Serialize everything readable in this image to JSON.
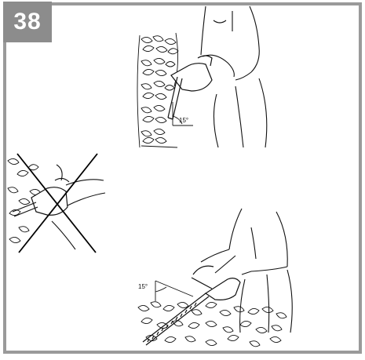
{
  "figure": {
    "number": "38",
    "angle_top": "15°",
    "angle_bottom": "15°",
    "border_color": "#9a9a9a",
    "badge_color": "#8c8c8c"
  }
}
